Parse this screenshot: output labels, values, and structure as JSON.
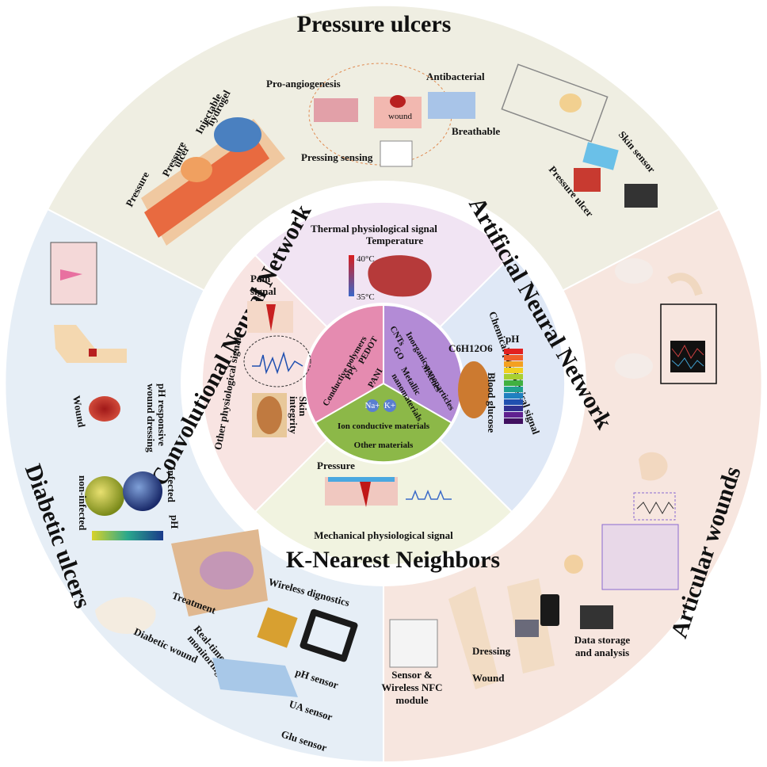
{
  "outer_sections": {
    "pressure_ulcers": "Pressure ulcers",
    "diabetic_ulcers": "Diabetic ulcers",
    "articular_wounds": "Articular wounds"
  },
  "algorithms": {
    "cnn": "Convolutional Neural Network",
    "ann": "Artificial Neural Network",
    "knn": "K-Nearest Neighbors"
  },
  "signals": {
    "thermal": "Thermal physiological signal",
    "chemical": "Chemical physiological signal",
    "mechanical": "Mechanical physiological signal",
    "other": "Other physiological signals"
  },
  "thermal_panel": {
    "temperature": "Temperature",
    "t_high": "40°C",
    "t_low": "35°C"
  },
  "chemical_panel": {
    "formula": "C6H12O6",
    "ph": "pH",
    "blood_glucose": "Blood glucose"
  },
  "mechanical_panel": {
    "pressure": "Pressure"
  },
  "other_panel": {
    "pain_signal_1": "Pain",
    "pain_signal_2": "signal",
    "skin_integrity_1": "Skin",
    "skin_integrity_2": "integrity"
  },
  "materials": {
    "conductive_polymers": "Conductive polymers",
    "ppy": "PPy",
    "pedot": "PEDOT",
    "pani": "PANI",
    "inorganic": "Inorganic nanoparticles",
    "cnts": "CNTs",
    "go": "GO",
    "mxenes": "MXenes",
    "metallic_1": "Metallic",
    "metallic_2": "nanomaterials",
    "ion_conductive": "Ion conductive materials",
    "other_materials": "Other materials",
    "na": "Na+",
    "k": "K+"
  },
  "pressure_ulcer_labels": {
    "pro_angiogenesis": "Pro-angiogenesis",
    "antibacterial": "Antibacterial",
    "breathable": "Breathable",
    "pressing_sensing": "Pressing sensing",
    "skin_sensor": "Skin sensor",
    "pressure_ulcer": "Pressure ulcer",
    "pressure": "Pressure",
    "pressure_ulcer_1": "Pressure",
    "pressure_ulcer_2": "ulcer",
    "hydrogel_1": "Injectable",
    "hydrogel_2": "hydrogel",
    "wound": "wound"
  },
  "diabetic_labels": {
    "wound": "Wound",
    "ph_dressing_1": "pH responsive",
    "ph_dressing_2": "wound dressing",
    "infected": "infected",
    "non_infected": "non-infected",
    "ph": "pH",
    "treatment": "Treatment",
    "wireless_dig": "Wireless dignostics",
    "realtime_1": "Real-time",
    "realtime_2": "monitoring",
    "diabetic_wound": "Diabetic wound",
    "ph_sensor": "pH sensor",
    "ua_sensor": "UA sensor",
    "glu_sensor": "Glu sensor"
  },
  "articular_labels": {
    "sensor_1": "Sensor &",
    "sensor_2": "Wireless NFC",
    "sensor_3": "module",
    "dressing": "Dressing",
    "wound": "Wound",
    "data_1": "Data storage",
    "data_2": "and analysis"
  },
  "colors": {
    "pressure_bg": "#efeee2",
    "diabetic_bg": "#e6eef6",
    "articular_bg": "#f7e6df",
    "thermal_bg": "#f1e4f3",
    "chemical_bg": "#dfe8f6",
    "mechanical_bg": "#f1f3e0",
    "other_bg": "#f8e4e2",
    "conductive_pink": "#e58bb0",
    "inorganic_purple": "#b38bd6",
    "ion_green": "#8cb848"
  }
}
